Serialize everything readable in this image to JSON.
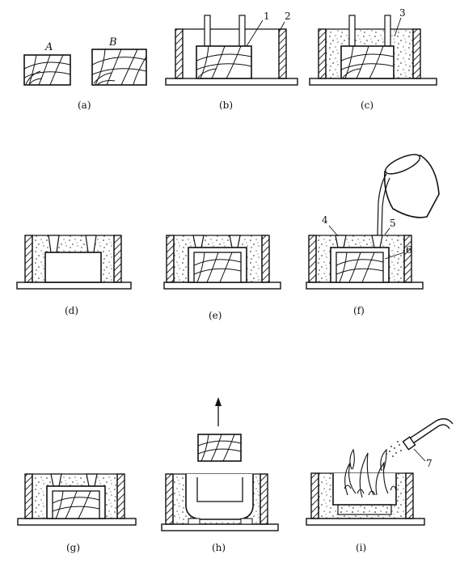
{
  "captions": {
    "a": "(a)",
    "b": "(b)",
    "c": "(c)",
    "d": "(d)",
    "e": "(e)",
    "f": "(f)",
    "g": "(g)",
    "h": "(h)",
    "i": "(i)"
  },
  "labels": {
    "A": "A",
    "B": "B",
    "n1": "1",
    "n2": "2",
    "n3": "3",
    "n4": "4",
    "n5": "5",
    "n6": "6",
    "n7": "7"
  }
}
